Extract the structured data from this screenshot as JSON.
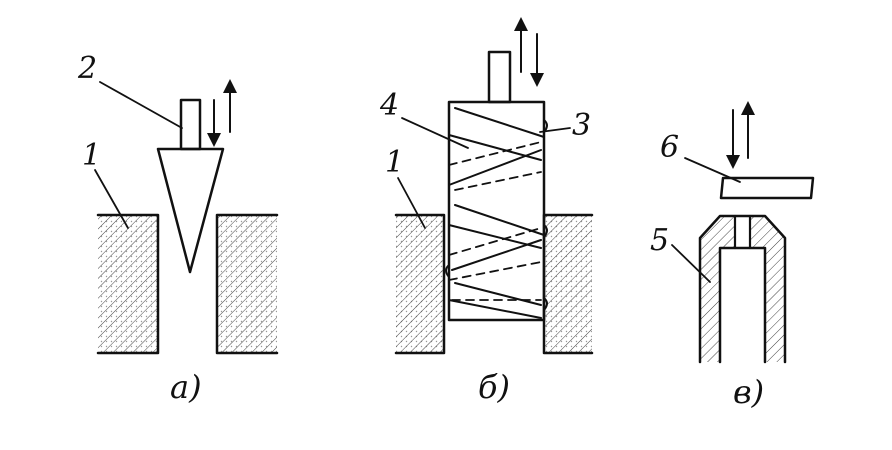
{
  "figure": {
    "panels": [
      {
        "id": "a",
        "caption": "а)",
        "labels": [
          "1",
          "2"
        ]
      },
      {
        "id": "b",
        "caption": "б)",
        "labels": [
          "4",
          "3",
          "1"
        ]
      },
      {
        "id": "v",
        "caption": "в)",
        "labels": [
          "6",
          "5"
        ]
      }
    ]
  }
}
